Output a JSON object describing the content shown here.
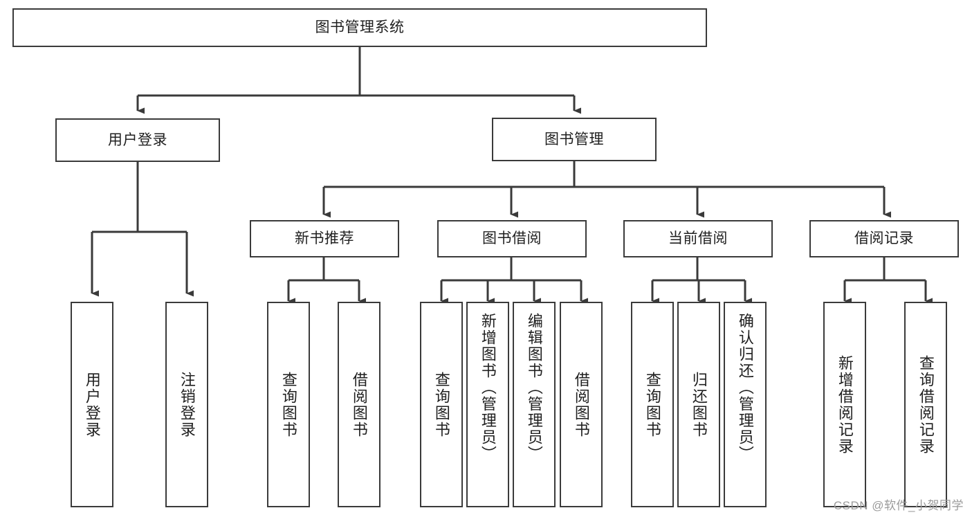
{
  "diagram": {
    "title": "图书管理系统",
    "type": "tree-hierarchy",
    "watermark": "CSDN @软件_小贺同学",
    "colors": {
      "background": "#ffffff",
      "stroke": "#3a3a3a",
      "text": "#1f1f1f",
      "watermark": "#9a9a9a"
    },
    "nodes": {
      "root": {
        "label": "图书管理系统"
      },
      "level1": [
        {
          "label": "用户登录"
        },
        {
          "label": "图书管理"
        }
      ],
      "level2": [
        {
          "label": "新书推荐"
        },
        {
          "label": "图书借阅"
        },
        {
          "label": "当前借阅"
        },
        {
          "label": "借阅记录"
        }
      ],
      "leaves": {
        "user_login": [
          {
            "label": "用户登录"
          },
          {
            "label": "注销登录"
          }
        ],
        "new_book": [
          {
            "label": "查询图书"
          },
          {
            "label": "借阅图书"
          }
        ],
        "book_borrow": [
          {
            "label": "查询图书"
          },
          {
            "label": "新增图书（管理员）"
          },
          {
            "label": "编辑图书（管理员）"
          },
          {
            "label": "借阅图书"
          }
        ],
        "current_borrow": [
          {
            "label": "查询图书"
          },
          {
            "label": "归还图书"
          },
          {
            "label": "确认归还（管理员）"
          }
        ],
        "borrow_record": [
          {
            "label": "新增借阅记录"
          },
          {
            "label": "查询借阅记录"
          }
        ]
      }
    }
  }
}
